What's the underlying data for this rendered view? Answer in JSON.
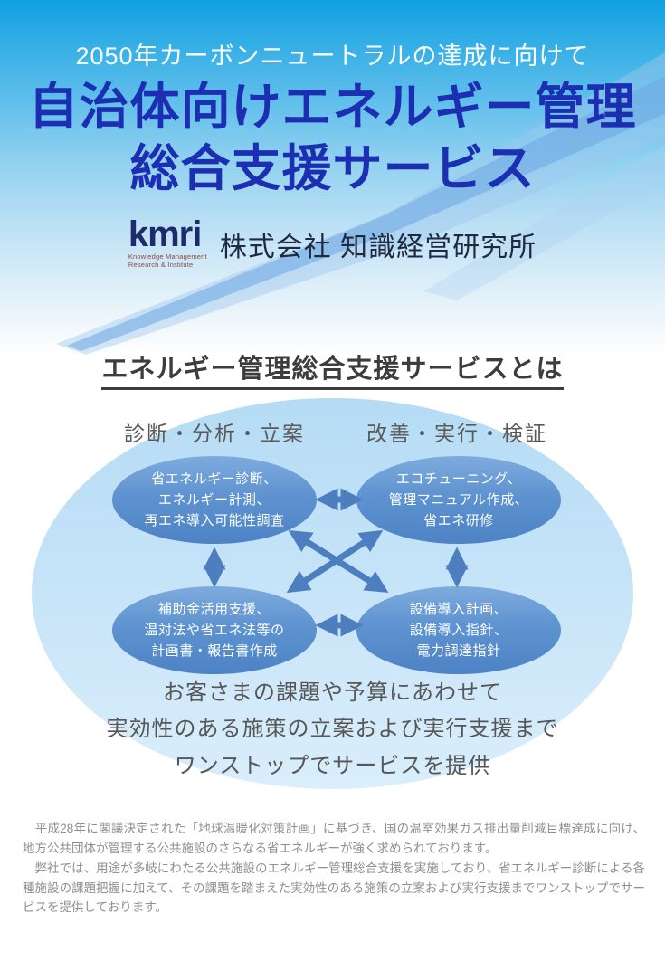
{
  "colors": {
    "header_top_blue": "#10a0e2",
    "title_blue": "#1c2fb3",
    "node_gradient_top": "#7fabde",
    "node_gradient_bottom": "#4d83c5",
    "outer_ellipse_blue": "#c9e5f8",
    "arrow_blue": "#4d7fc0",
    "logo_navy": "#1d2a6b",
    "logo_sub_red": "#8b4a45",
    "body_gray": "#595959",
    "footer_gray": "#8f8f8f"
  },
  "header": {
    "tagline": "2050年カーボンニュートラルの達成に向けて",
    "title_line1": "自治体向けエネルギー管理",
    "title_line2": "総合支援サービス",
    "logo": {
      "wordmark": "kmri",
      "subline1": "Knowledge Management",
      "subline2": "Research & Institute"
    },
    "company": "株式会社 知識経営研究所"
  },
  "section": {
    "heading": "エネルギー管理総合支援サービスとは"
  },
  "diagram": {
    "left_phase_label": "診断・分析・立案",
    "right_phase_label": "改善・実行・検証",
    "nodes": [
      {
        "id": "energy-diagnosis",
        "lines": [
          "省エネルギー診断、",
          "エネルギー計測、",
          "再エネ導入可能性調査"
        ]
      },
      {
        "id": "eco-tuning",
        "lines": [
          "エコチューニング、",
          "管理マニュアル作成、",
          "省エネ研修"
        ]
      },
      {
        "id": "subsidy-support",
        "lines": [
          "補助金活用支援、",
          "温対法や省エネ法等の",
          "計画書・報告書作成"
        ]
      },
      {
        "id": "equipment-plan",
        "lines": [
          "設備導入計画、",
          "設備導入指針、",
          "電力調達指針"
        ]
      }
    ],
    "summary_lines": [
      "お客さまの課題や予算にあわせて",
      "実効性のある施策の立案および実行支援まで",
      "ワンストップでサービスを提供"
    ]
  },
  "footer": {
    "paragraph1": "　平成28年に閣議決定された「地球温暖化対策計画」に基づき、国の温室効果ガス排出量削減目標達成に向け、地方公共団体が管理する公共施設のさらなる省エネルギーが強く求められております。",
    "paragraph2": "　弊社では、用途が多岐にわたる公共施設のエネルギー管理総合支援を実施しており、省エネルギー診断による各種施設の課題把握に加えて、その課題を踏まえた実効性のある施策の立案および実行支援までワンストップでサービスを提供しております。"
  }
}
